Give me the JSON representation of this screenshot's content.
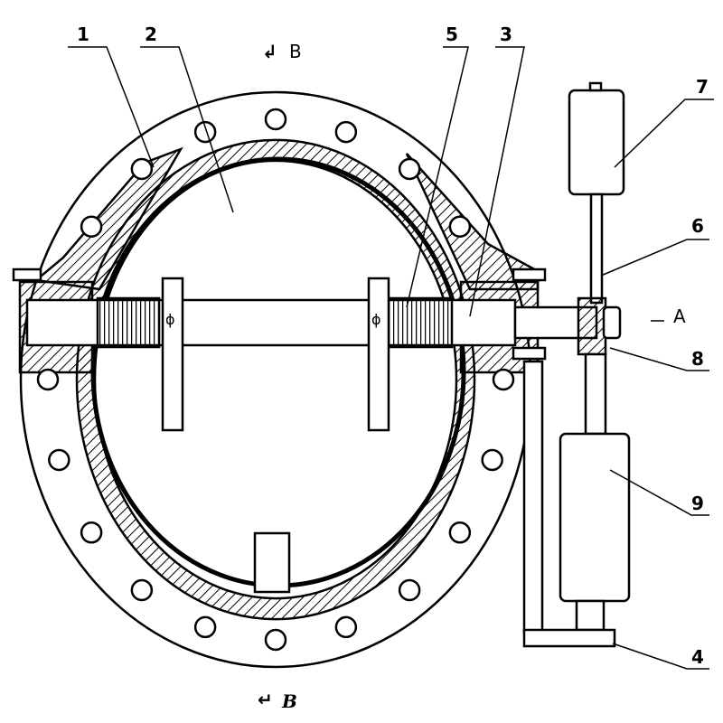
{
  "labels": {
    "part1": "1",
    "part2": "2",
    "part3": "3",
    "part4": "4",
    "part5": "5",
    "part6": "6",
    "part7": "7",
    "part8": "8",
    "part9": "9",
    "section_a": "A",
    "section_b_top": "B",
    "section_b_bottom": "B",
    "phi_left": "ϕ",
    "phi_right": "ϕ"
  }
}
